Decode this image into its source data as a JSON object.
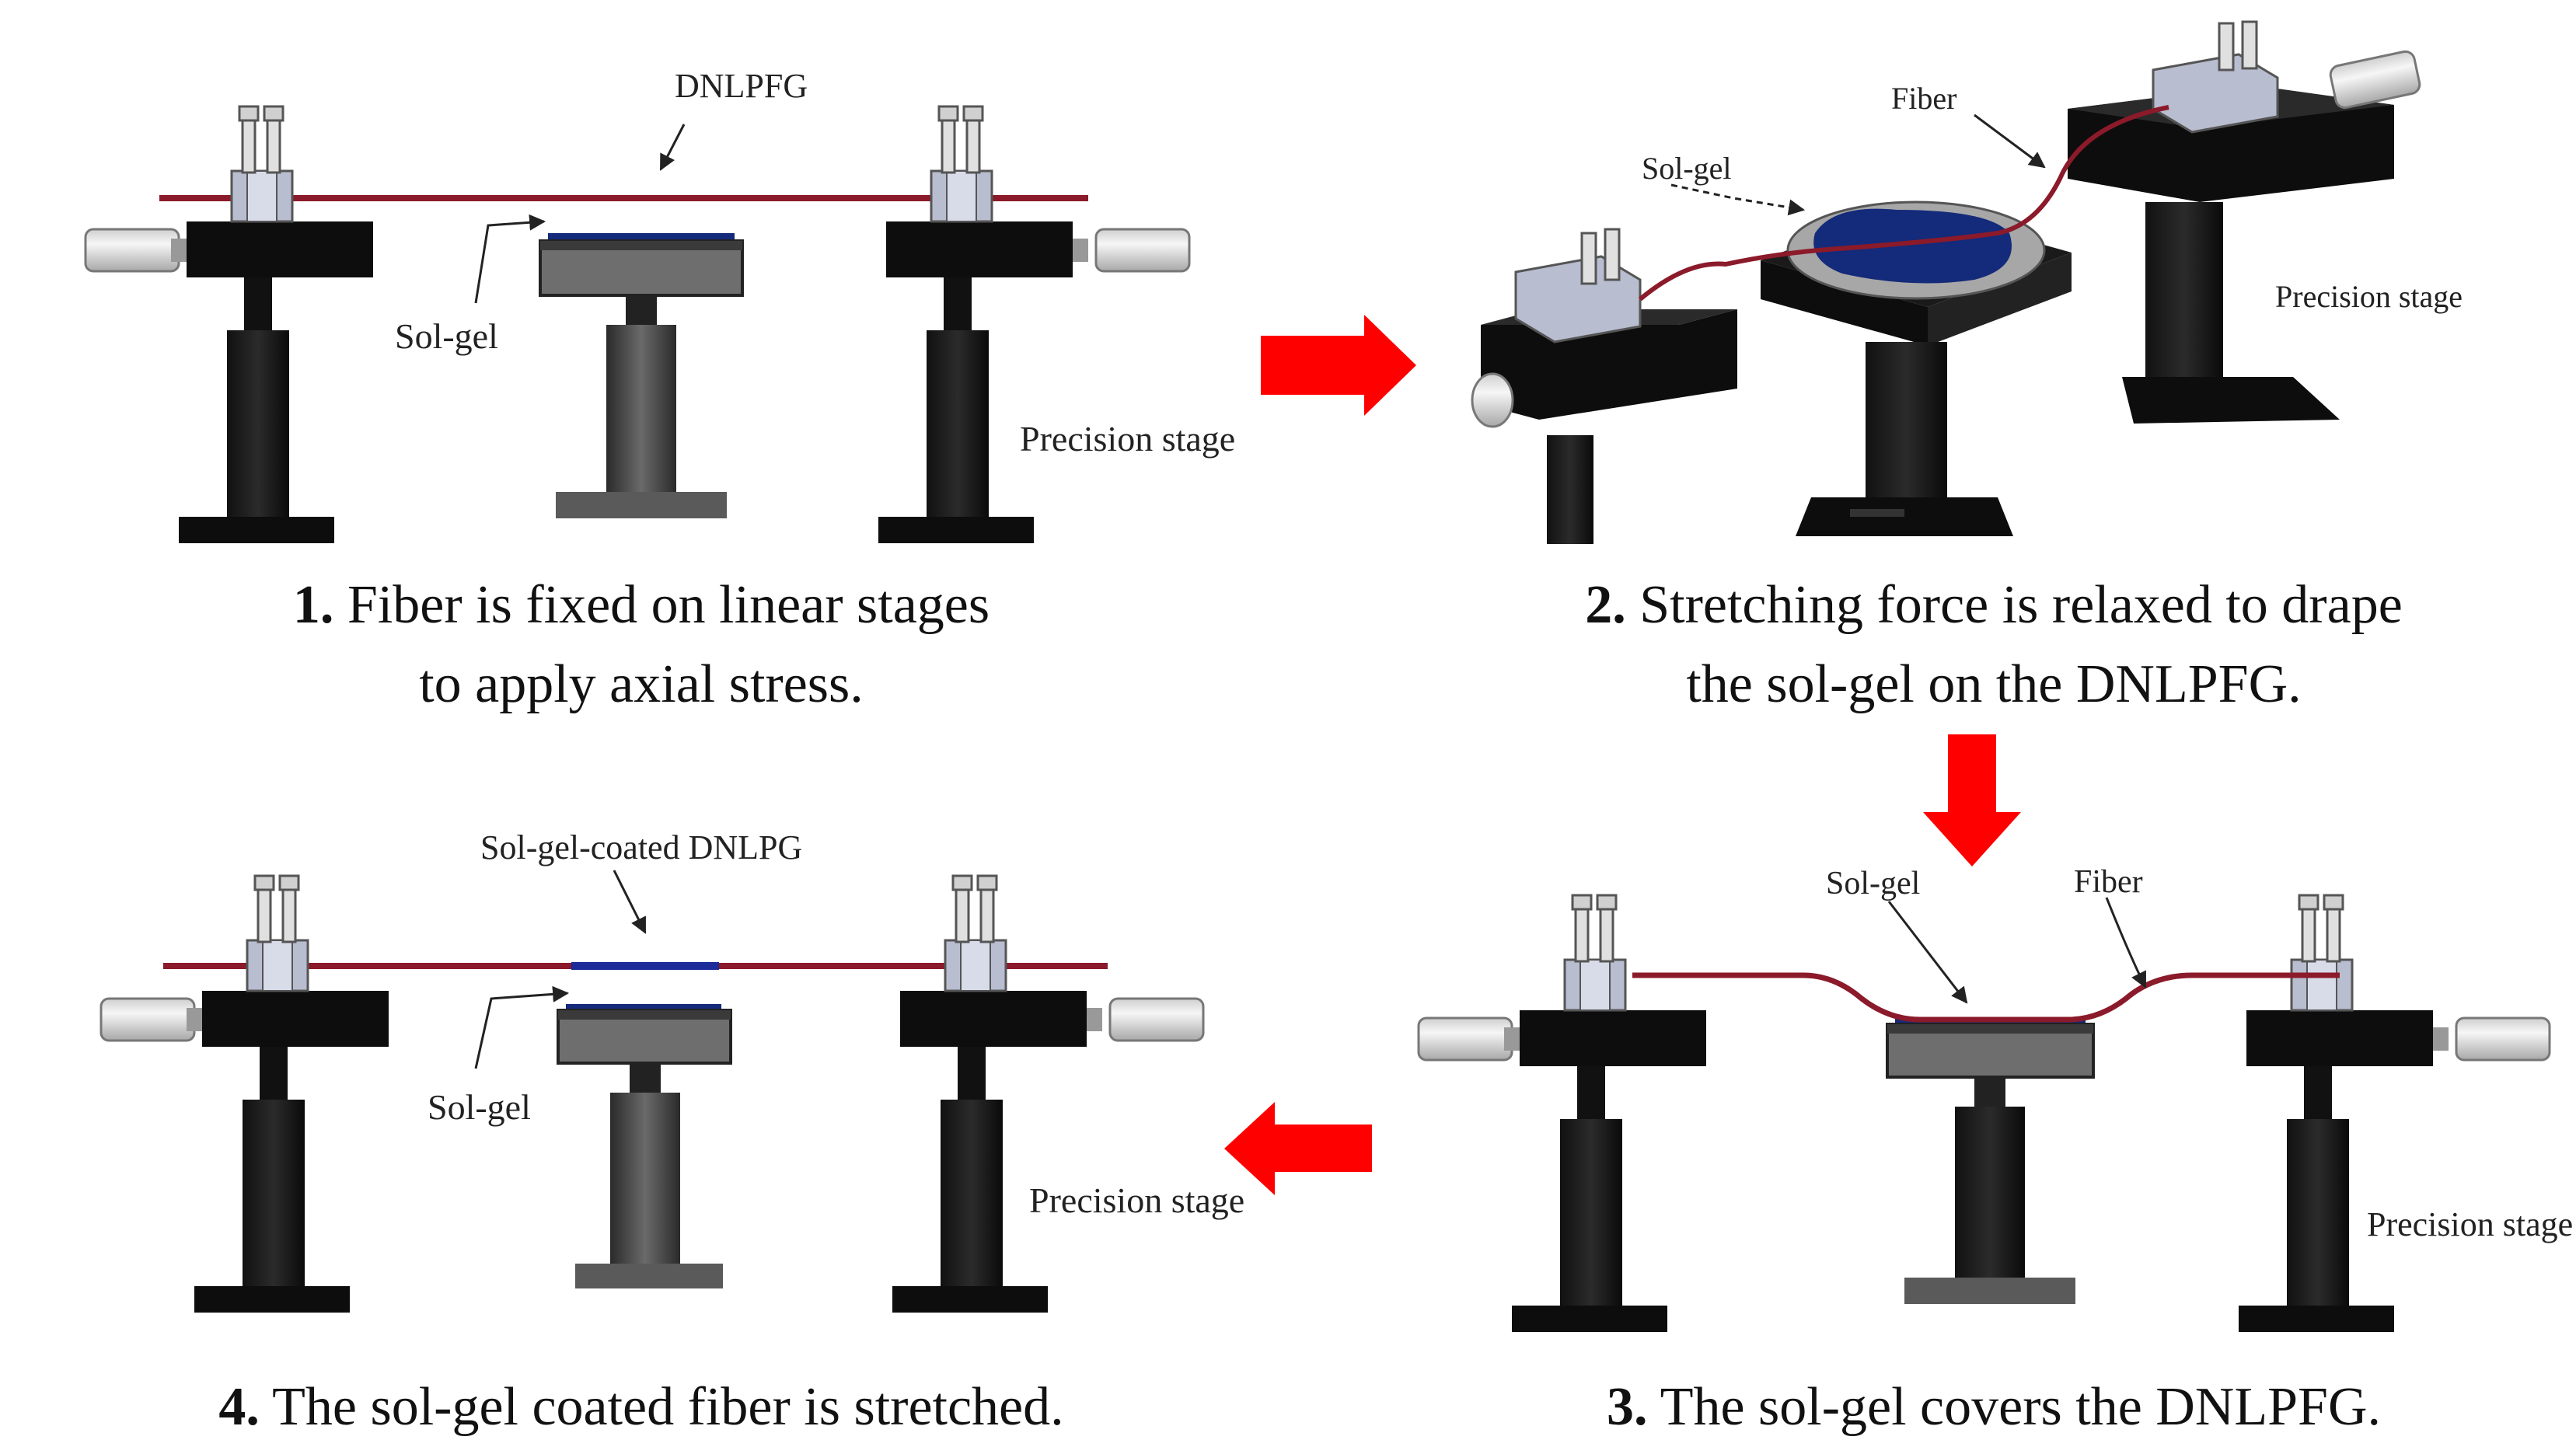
{
  "colors": {
    "fiber": "#8b1a2a",
    "coating": "#1b2b9a",
    "sol_gel_pool": "#142a7a",
    "stage_black": "#0d0d0d",
    "stage_gray": "#5a5a5a",
    "clamp": "#b9bdd0",
    "arrow": "#ff0000"
  },
  "panel1": {
    "label_fiber": "DNLPFG",
    "label_solgel": "Sol-gel",
    "label_stage": "Precision stage",
    "caption_num": "1.",
    "caption_line1": "Fiber is fixed on linear stages",
    "caption_line2": "to apply axial stress."
  },
  "panel2": {
    "label_fiber": "Fiber",
    "label_solgel": "Sol-gel",
    "label_stage": "Precision stage",
    "caption_num": "2.",
    "caption_line1": "Stretching force is relaxed to drape",
    "caption_line2": "the sol-gel on the DNLPFG."
  },
  "panel3": {
    "label_solgel": "Sol-gel",
    "label_fiber": "Fiber",
    "label_stage": "Precision stage",
    "caption_num": "3.",
    "caption_line1": "The sol-gel covers the DNLPFG."
  },
  "panel4": {
    "label_coated": "Sol-gel-coated DNLPG",
    "label_solgel": "Sol-gel",
    "label_stage": "Precision stage",
    "caption_num": "4.",
    "caption_line1": "The sol-gel coated fiber is stretched."
  }
}
